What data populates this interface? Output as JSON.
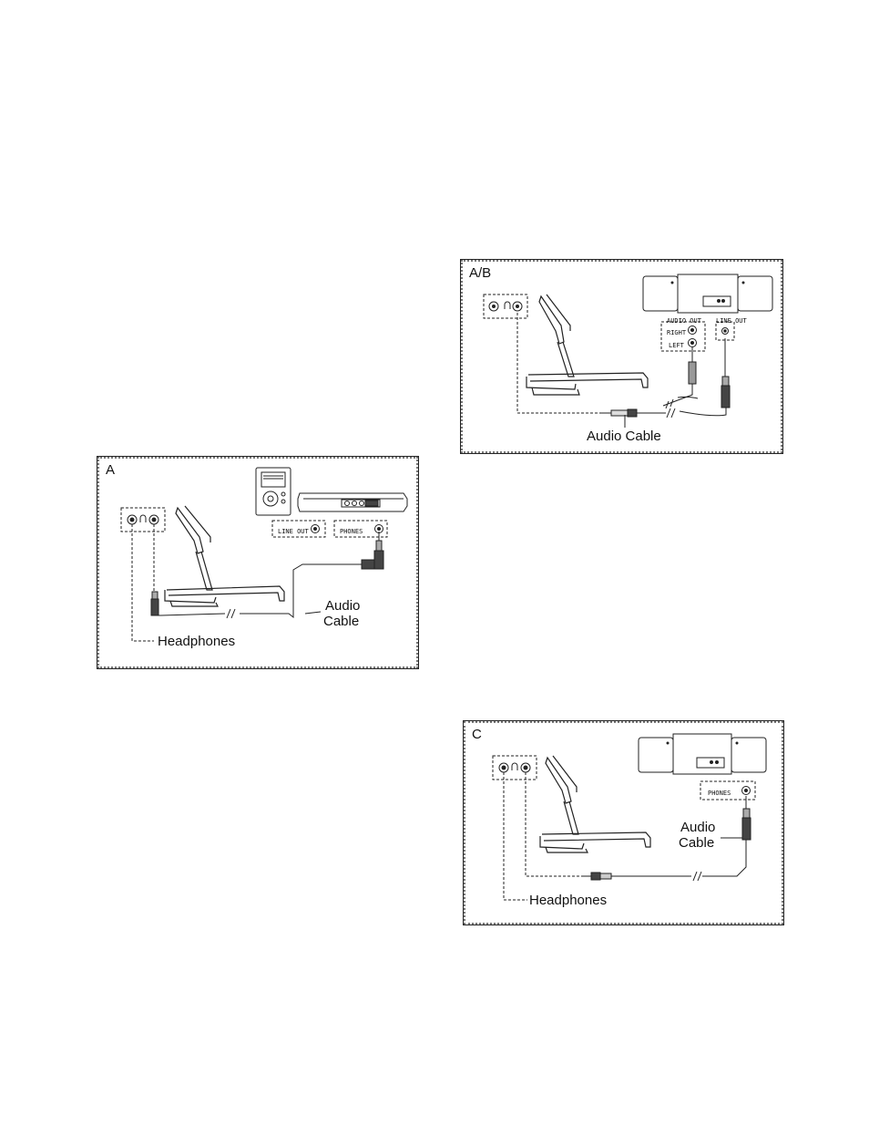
{
  "diagrams": {
    "ab": {
      "letter": "A/B",
      "stereo_audio_out": "AUDIO OUT",
      "stereo_line_out": "LINE OUT",
      "right": "RIGHT",
      "left": "LEFT",
      "cable_label": "Audio Cable"
    },
    "a": {
      "letter": "A",
      "line_out": "LINE OUT",
      "phones": "PHONES",
      "cable_label_1": "Audio",
      "cable_label_2": "Cable",
      "headphones_label": "Headphones"
    },
    "c": {
      "letter": "C",
      "phones": "PHONES",
      "cable_label_1": "Audio",
      "cable_label_2": "Cable",
      "headphones_label": "Headphones"
    }
  }
}
